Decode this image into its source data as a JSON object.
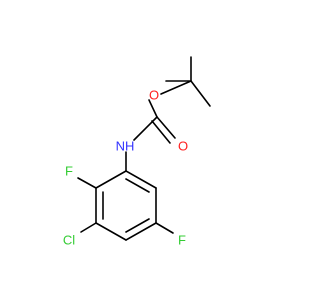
{
  "molecule": {
    "atoms": {
      "nh": {
        "label": "NH",
        "color": "#3333ff"
      },
      "o_ether": {
        "label": "O",
        "color": "#ff2020"
      },
      "o_carbonyl": {
        "label": "O",
        "color": "#ff2020"
      },
      "f_ortho": {
        "label": "F",
        "color": "#33cc33"
      },
      "f_meta": {
        "label": "F",
        "color": "#33cc33"
      },
      "cl": {
        "label": "Cl",
        "color": "#33cc33"
      }
    },
    "bond_color": "#000000",
    "background": "#ffffff"
  }
}
